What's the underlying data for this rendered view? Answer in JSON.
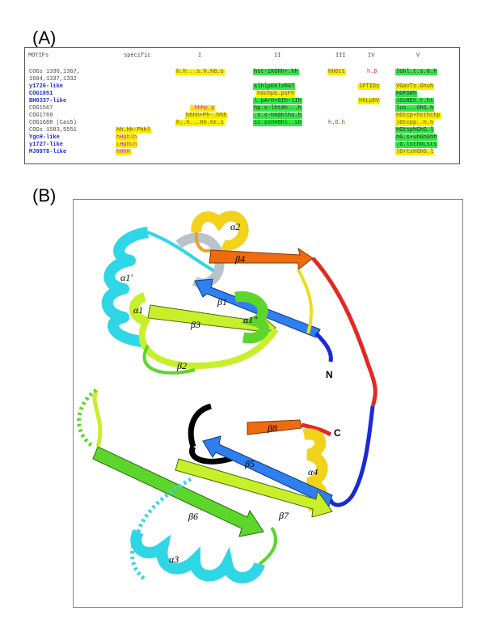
{
  "panel_a": {
    "label": "(A)",
    "headers": {
      "motifs": "MOTIFs",
      "specific": "specific",
      "I": "I",
      "II": "II",
      "III": "III",
      "IV": "IV",
      "V": "V"
    },
    "rows": [
      {
        "name": "COGs 1336,1367,",
        "style": "grey"
      },
      {
        "name": "1604,1337,1332",
        "style": "grey"
      },
      {
        "name": "y1726-like",
        "style": "blue"
      },
      {
        "name": "COG1851",
        "style": "blue"
      },
      {
        "name": "BH0337-like",
        "style": "blue"
      },
      {
        "name": "COG1567",
        "style": "grey"
      },
      {
        "name": "COG1769",
        "style": "grey"
      },
      {
        "name": "COG1688 (Cas5)",
        "style": "grey"
      },
      {
        "name": "COGs 1583,5551",
        "style": "grey"
      },
      {
        "name": "YgcH-like",
        "style": "blue"
      },
      {
        "name": "y1727-like",
        "style": "blue"
      },
      {
        "name": "MJ0978-like",
        "style": "blue"
      }
    ],
    "cells": {
      "r0_I": "h.h...s.h.hG.s",
      "r0_II": "hst-1KGhh+.hh",
      "r0_III": "hhGtt",
      "r0_IV": "h.D",
      "r0_V": "lGhl.t.s.G.h",
      "r2_II": "slhlpEKlVRGT",
      "r2_IV": "lPTIDs",
      "r2_V": "VGaVTs.Ghuh",
      "r3_II": "hGchpG.psFh",
      "r3_V": "hGFGRh",
      "r4_II": "l.pA+h+GIh-lIh",
      "r4_IV": "hhLpDV",
      "r4_V": "lGsREh.t.ht",
      "r5_I": ".hhhp.p",
      "r5_II": "hp.s-lhtAh...h",
      "r5_V": "lus...GhG.h",
      "r6_I": "hhhh+Ph-.hhh",
      "r6_II": ".s.s-hhGhlhs.h",
      "r6_V": "hGtcp+hsthchp",
      "r7_I": "h..h...hh.ht.s",
      "r7_II": "ss.sshhGhl..sh",
      "r7_III": "h.G.h",
      "r7_V": "lGtcpp..h.h",
      "r8_spec": "hh.hh-Phhl",
      "r8_V": "hGtsphGhG.l",
      "r9_spec": "hHphlh",
      "r9_V": "hG.s+uhGhGhh",
      "r10_spec": "LHphLh",
      "r10_V": ".G.lsthGLsts",
      "r11_spec": "hHhH",
      "r11_V": "lG+tshGhG.l"
    }
  },
  "panel_b": {
    "label": "(B)",
    "ss_labels": {
      "a2": "α2",
      "b4": "β4",
      "a1p": "α1'",
      "b1": "β1",
      "a1": "α1",
      "b3": "β3",
      "a1pp": "α1\"",
      "b2": "β2",
      "N": "N",
      "b8": "β8",
      "C": "C",
      "b5": "β5",
      "a4": "α4",
      "b6": "β6",
      "b7": "β7",
      "a3": "α3"
    },
    "colors": {
      "cyan": "#2fd6e6",
      "blue": "#2f7ff0",
      "lime": "#c8f02a",
      "green": "#5cd62a",
      "orange": "#f06a10",
      "yellow": "#f2d21a",
      "red": "#e22a22",
      "navy": "#1a2ad6",
      "black": "#000000",
      "grey": "#b8c4cc"
    }
  }
}
